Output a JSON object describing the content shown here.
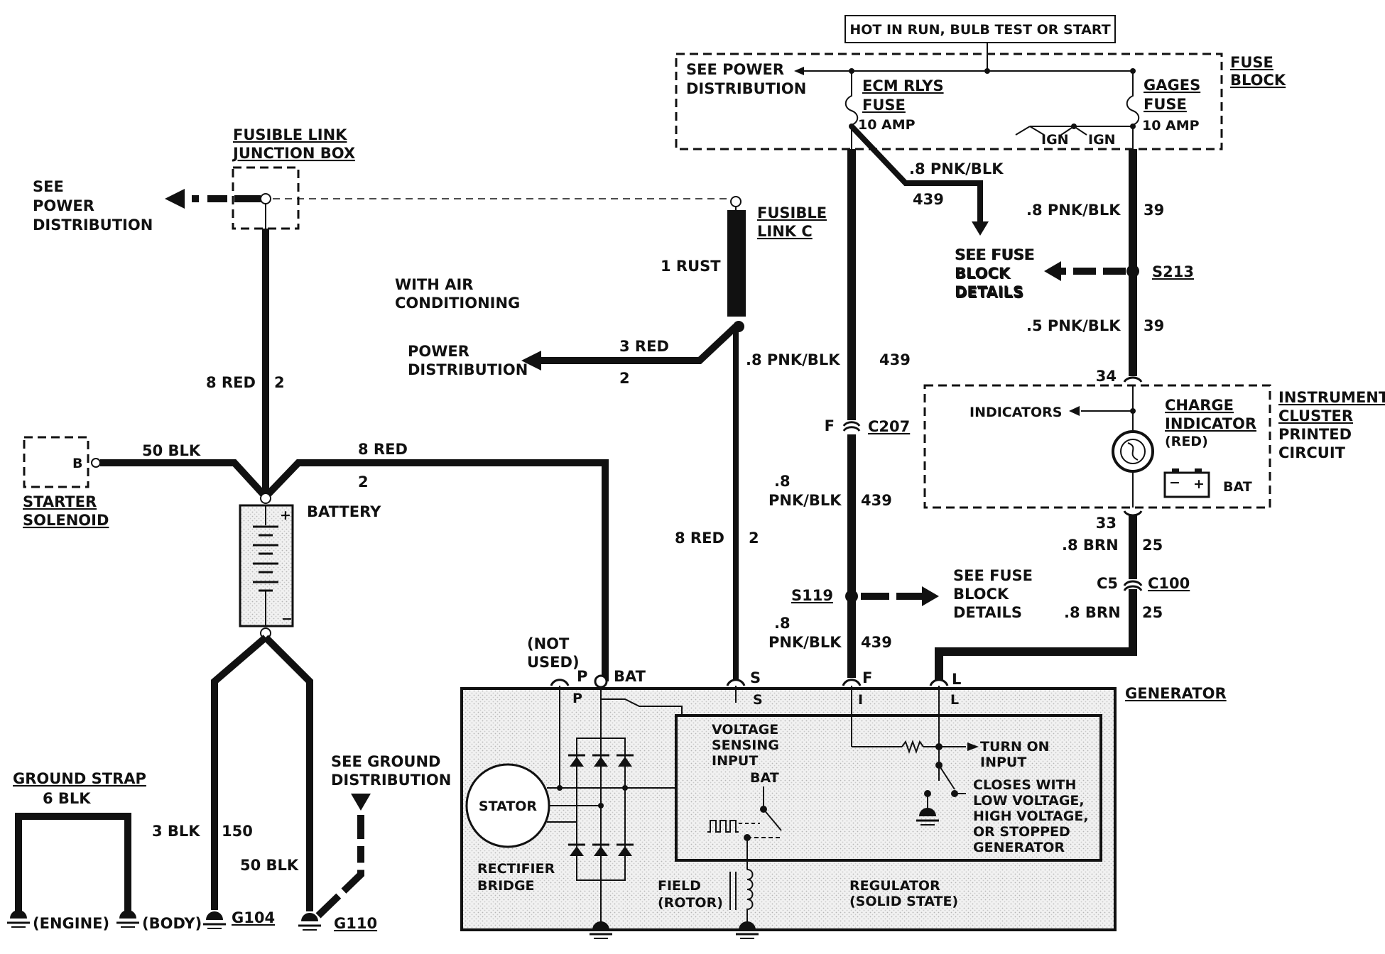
{
  "header": {
    "hot_label": "HOT IN RUN, BULB TEST OR START"
  },
  "fuse_block": {
    "title_1": "FUSE",
    "title_2": "BLOCK",
    "see_power_1": "SEE POWER",
    "see_power_2": "DISTRIBUTION",
    "ecm_1": "ECM RLYS",
    "ecm_2": "FUSE",
    "ecm_amp": "10 AMP",
    "gages_1": "GAGES",
    "gages_2": "FUSE",
    "gages_amp": "10 AMP",
    "ign_1": "IGN",
    "ign_2": "IGN"
  },
  "fusible_link_box": {
    "title_1": "FUSIBLE LINK",
    "title_2": "JUNCTION BOX",
    "see_1": "SEE",
    "see_2": "POWER",
    "see_3": "DISTRIBUTION",
    "wire_color": "8 RED",
    "wire_circuit": "2"
  },
  "fusible_link_c": {
    "title_1": "FUSIBLE",
    "title_2": "LINK C",
    "wire_1": "1 RUST",
    "with_ac_1": "WITH AIR",
    "with_ac_2": "CONDITIONING",
    "power_1": "POWER",
    "power_2": "DISTRIBUTION",
    "red_wire": "3 RED",
    "red_circuit": "2",
    "pnk_wire": ".8 PNK/BLK",
    "pnk_circuit": "439",
    "lower_wire": "8 RED",
    "lower_circuit": "2"
  },
  "starter": {
    "title_1": "STARTER",
    "title_2": "SOLENOID",
    "terminal": "B",
    "wire": "50 BLK"
  },
  "battery": {
    "title": "BATTERY",
    "wire": "8 RED",
    "circuit": "2",
    "plus": "+",
    "minus": "−"
  },
  "ecm_wire": {
    "upper": ".8 PNK/BLK",
    "upper_circuit": "439",
    "c207_pin": "F",
    "c207": "C207",
    "mid_1": ".8",
    "mid_2": "PNK/BLK",
    "mid_circuit": "439",
    "s119": "S119",
    "see_1": "SEE FUSE",
    "see_2": "BLOCK",
    "see_3": "DETAILS",
    "low_1": ".8",
    "low_2": "PNK/BLK",
    "low_circuit": "439"
  },
  "gages_wire": {
    "upper": ".8 PNK/BLK",
    "upper_circuit": "39",
    "s213": "S213",
    "see_1": "SEE FUSE",
    "see_2": "BLOCK",
    "see_3": "DETAILS",
    "lower": ".5 PNK/BLK",
    "lower_circuit": "39"
  },
  "cluster": {
    "title_1": "INSTRUMENT",
    "title_2": "CLUSTER",
    "title_3": "PRINTED",
    "title_4": "CIRCUIT",
    "pin_top": "34",
    "pin_bottom": "33",
    "indicators": "INDICATORS",
    "charge_1": "CHARGE",
    "charge_2": "INDICATOR",
    "charge_3": "(RED)",
    "bat": "BAT",
    "minus": "−",
    "plus": "+"
  },
  "brn_wire": {
    "upper": ".8 BRN",
    "upper_circuit": "25",
    "c5": "C5",
    "c100": "C100",
    "lower": ".8 BRN",
    "lower_circuit": "25"
  },
  "grounds": {
    "strap_title": "GROUND STRAP",
    "strap_wire": "6 BLK",
    "engine": "(ENGINE)",
    "body": "(BODY)",
    "wire_3blk": "3 BLK",
    "circuit_150": "150",
    "wire_50blk": "50 BLK",
    "g104": "G104",
    "g110": "G110",
    "see_1": "SEE GROUND",
    "see_2": "DISTRIBUTION"
  },
  "generator": {
    "title": "GENERATOR",
    "not_used_1": "(NOT",
    "not_used_2": "USED)",
    "p": "P",
    "bat": "BAT",
    "s": "S",
    "f": "F",
    "l": "L",
    "p_in": "P",
    "s_in": "S",
    "i_in": "I",
    "l_in": "L",
    "stator": "STATOR",
    "rectifier_1": "RECTIFIER",
    "rectifier_2": "BRIDGE",
    "field_1": "FIELD",
    "field_2": "(ROTOR)",
    "voltage_1": "VOLTAGE",
    "voltage_2": "SENSING",
    "voltage_3": "INPUT",
    "reg_bat": "BAT",
    "turn_on_1": "TURN ON",
    "turn_on_2": "INPUT",
    "closes_1": "CLOSES WITH",
    "closes_2": "LOW VOLTAGE,",
    "closes_3": "HIGH VOLTAGE,",
    "closes_4": "OR STOPPED",
    "closes_5": "GENERATOR",
    "regulator_1": "REGULATOR",
    "regulator_2": "(SOLID STATE)"
  }
}
